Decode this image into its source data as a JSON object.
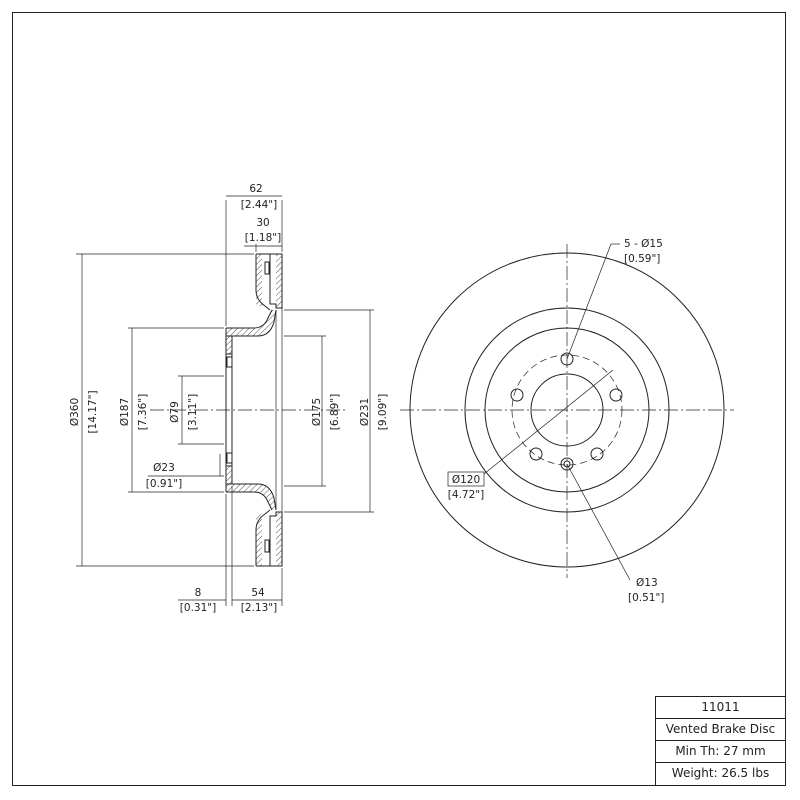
{
  "title_block": {
    "part_number": "11011",
    "description": "Vented Brake Disc",
    "min_thickness": "Min Th: 27 mm",
    "weight": "Weight: 26.5 lbs"
  },
  "dimensions": {
    "overall_width": {
      "mm": "62",
      "in": "[2.44\"]"
    },
    "disc_thickness": {
      "mm": "30",
      "in": "[1.18\"]"
    },
    "outer_diameter": {
      "mm": "Ø360",
      "in": "[14.17\"]"
    },
    "hat_diameter": {
      "mm": "Ø187",
      "in": "[7.36\"]"
    },
    "center_bore": {
      "mm": "Ø79",
      "in": "[3.11\"]"
    },
    "small_hole": {
      "mm": "Ø23",
      "in": "[0.91\"]"
    },
    "inner_friction_diameter": {
      "mm": "Ø175",
      "in": "[6.89\"]"
    },
    "vane_diameter": {
      "mm": "Ø231",
      "in": "[9.09\"]"
    },
    "hub_flange": {
      "mm": "8",
      "in": "[0.31\"]"
    },
    "hat_height": {
      "mm": "54",
      "in": "[2.13\"]"
    },
    "bolt_holes": {
      "mm": "5 - Ø15",
      "in": "[0.59\"]"
    },
    "bolt_circle": {
      "mm": "Ø120",
      "in": "[4.72\"]"
    },
    "locating_hole": {
      "mm": "Ø13",
      "in": "[0.51\"]"
    }
  }
}
